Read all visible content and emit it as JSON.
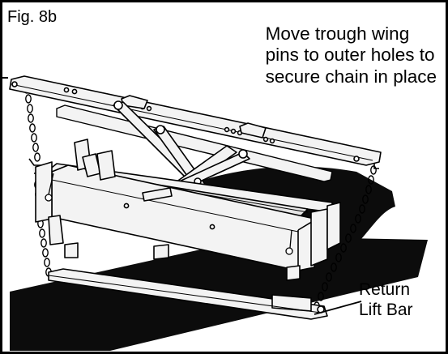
{
  "figure": {
    "label": "Fig. 8b",
    "instruction_lines": [
      "Move trough wing",
      "pins to outer holes to",
      "secure chain in place"
    ],
    "callout_lines": [
      "Return",
      "Lift Bar"
    ]
  },
  "colors": {
    "ink": "#000000",
    "paper": "#ffffff",
    "belt": "#0c0c0c",
    "metal": "#f3f3f3"
  }
}
